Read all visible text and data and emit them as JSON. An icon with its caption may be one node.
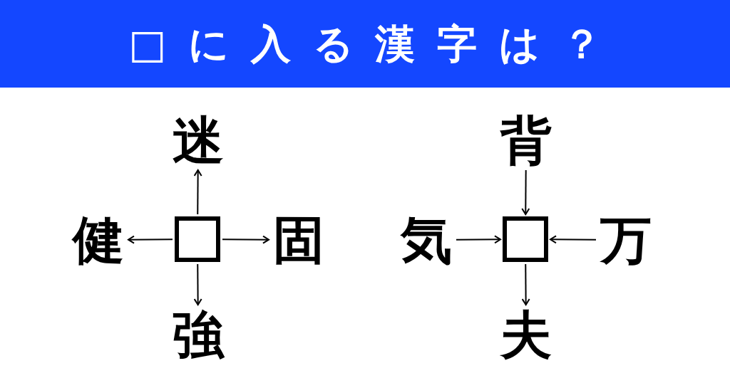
{
  "diagram": {
    "title": "□に入る漢字は？",
    "nodes": [
      {
        "text": [
          "迷"
        ]
      },
      {
        "text": [
          "健"
        ]
      },
      {
        "text": [],
        "shape": "box"
      },
      {
        "text": [
          "固"
        ]
      },
      {
        "text": [
          "強"
        ]
      },
      {
        "text": [
          "背"
        ]
      },
      {
        "text": [
          "気"
        ]
      },
      {
        "text": [],
        "shape": "box"
      },
      {
        "text": [
          "万"
        ]
      },
      {
        "text": [
          "夫"
        ]
      }
    ],
    "edges": [
      {
        "from": 2,
        "to": 0,
        "arrow": "to"
      },
      {
        "from": 2,
        "to": 1,
        "arrow": "to"
      },
      {
        "from": 2,
        "to": 3,
        "arrow": "to"
      },
      {
        "from": 2,
        "to": 4,
        "arrow": "to"
      },
      {
        "from": 5,
        "to": 7,
        "arrow": "to"
      },
      {
        "from": 6,
        "to": 7,
        "arrow": "to"
      },
      {
        "from": 8,
        "to": 7,
        "arrow": "to"
      },
      {
        "from": 7,
        "to": 9,
        "arrow": "to"
      }
    ]
  }
}
